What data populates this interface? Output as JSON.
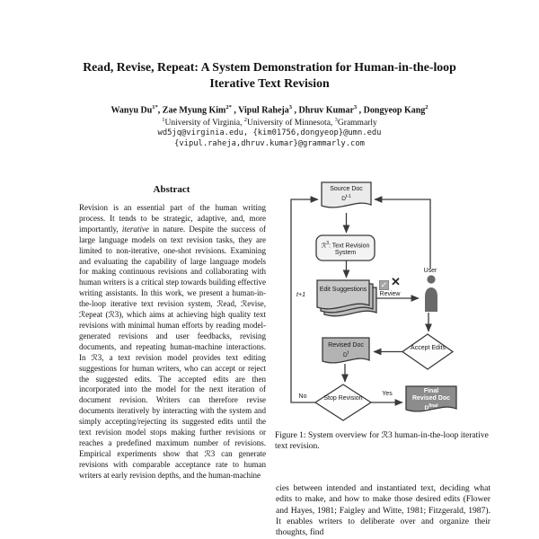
{
  "paper": {
    "title_line1": "Read, Revise, Repeat: A System Demonstration for Human-in-the-loop",
    "title_line2": "Iterative Text Revision",
    "authors_segments": [
      {
        "t": "Wanyu Du"
      },
      {
        "t": "1*",
        "sup": true
      },
      {
        "t": ", Zae Myung Kim"
      },
      {
        "t": "2*",
        "sup": true
      },
      {
        "t": " , Vipul Raheja"
      },
      {
        "t": "3",
        "sup": true
      },
      {
        "t": " , Dhruv Kumar"
      },
      {
        "t": "3",
        "sup": true
      },
      {
        "t": " , Dongyeop Kang"
      },
      {
        "t": "2",
        "sup": true
      }
    ],
    "affiliations_segments": [
      {
        "t": "1",
        "sup": true
      },
      {
        "t": "University of Virginia,  "
      },
      {
        "t": "2",
        "sup": true
      },
      {
        "t": "University of Minnesota,  "
      },
      {
        "t": "3",
        "sup": true
      },
      {
        "t": "Grammarly"
      }
    ],
    "email_line1": "wd5jq@virginia.edu, {kim01756,dongyeop}@umn.edu",
    "email_line2": "{vipul.raheja,dhruv.kumar}@grammarly.com"
  },
  "abstract": {
    "heading": "Abstract",
    "segments": [
      {
        "t": "Revision is an essential part of the human writing process.  It tends to be strategic, adaptive, and, more importantly, "
      },
      {
        "t": "iterative",
        "i": true
      },
      {
        "t": " in nature.  Despite the success of large language models on text revision tasks, they are limited to non-iterative, one-shot revisions.  Examining and evaluating the capability of large language models for making continuous revisions and collaborating with human writers is a critical step towards building effective writing assistants.  In this work, we present a human-in-the-loop iterative text revision system, ℛead, ℛevise, ℛepeat (ℛ3), which aims at achieving high quality text revisions with minimal human efforts by reading model-generated revisions and user feedbacks, revising documents, and repeating human-machine interactions. In ℛ3, a text revision model provides text editing suggestions for human writers, who can accept or reject the suggested edits.  The accepted edits are then incorporated into the model for the next iteration of document revision. Writers can therefore revise documents iteratively by interacting with the system and simply accepting/rejecting its suggested edits until the text revision model stops making further revisions or reaches a predefined maximum number of revisions.  Empirical experiments show that ℛ3 can generate revisions with comparable acceptance rate to human writers at early revision depths, and the human-machine"
      }
    ]
  },
  "figure": {
    "nodes": {
      "source_doc": {
        "title": "Source Doc",
        "symbol": [
          {
            "t": "D"
          },
          {
            "t": "t-1",
            "sup": true
          }
        ]
      },
      "r3_system": {
        "label": [
          {
            "t": "ℛ"
          },
          {
            "t": "3",
            "sup": true
          },
          {
            "t": ": Text Revision System"
          }
        ]
      },
      "edit_suggestions": {
        "label": "Edit Suggestions"
      },
      "accept_edits": {
        "label": "Accept Edits"
      },
      "revised_doc": {
        "title": "Revised Doc",
        "symbol": [
          {
            "t": "D"
          },
          {
            "t": "t",
            "sup": true
          }
        ]
      },
      "stop_revision": {
        "label": "Stop Revision"
      },
      "final_doc": {
        "title_line1": "Final",
        "title_line2": "Revised Doc",
        "symbol": [
          {
            "t": "D"
          },
          {
            "t": "final",
            "sup": true
          }
        ]
      }
    },
    "labels": {
      "user": "User",
      "review": "Review",
      "no": "No",
      "yes": "Yes",
      "iteration": "t+1",
      "accept_glyph": "✓",
      "reject_glyph": "✕"
    },
    "colors": {
      "line": "#3a3a3a",
      "doc_light": "#ebebeb",
      "box_light": "#f3f3f3",
      "doc_medium": "#c8c8c8",
      "doc_medium_back": "#bdbdbd",
      "doc_dark": "#b3b3b3",
      "doc_final": "#8c8c8c",
      "diamond": "#fdfdfd",
      "user": "#696969"
    },
    "caption": "Figure 1: System overview for ℛ3 human-in-the-loop iterative text revision."
  },
  "body": {
    "paragraph": "cies between intended and instantiated text, deciding what edits to make, and how to make those desired edits (Flower and Hayes, 1981; Faigley and Witte, 1981; Fitzgerald, 1987). It enables writers to deliberate over and organize their thoughts, find"
  }
}
